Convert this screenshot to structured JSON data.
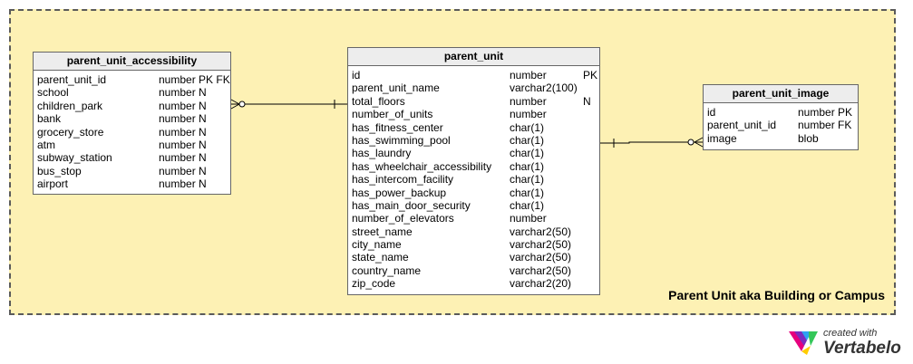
{
  "area_label": "Parent Unit aka Building or Campus",
  "tables": {
    "accessibility": {
      "title": "parent_unit_accessibility",
      "rows": [
        [
          "parent_unit_id",
          "number PK FK"
        ],
        [
          "school",
          "number N"
        ],
        [
          "children_park",
          "number N"
        ],
        [
          "bank",
          "number N"
        ],
        [
          "grocery_store",
          "number N"
        ],
        [
          "atm",
          "number N"
        ],
        [
          "subway_station",
          "number N"
        ],
        [
          "bus_stop",
          "number N"
        ],
        [
          "airport",
          "number N"
        ]
      ]
    },
    "unit": {
      "title": "parent_unit",
      "rows": [
        [
          "id",
          "number",
          "PK"
        ],
        [
          "parent_unit_name",
          "varchar2(100)",
          ""
        ],
        [
          "total_floors",
          "number",
          "N"
        ],
        [
          "number_of_units",
          "number",
          ""
        ],
        [
          "has_fitness_center",
          "char(1)",
          ""
        ],
        [
          "has_swimming_pool",
          "char(1)",
          ""
        ],
        [
          "has_laundry",
          "char(1)",
          ""
        ],
        [
          "has_wheelchair_accessibility",
          "char(1)",
          ""
        ],
        [
          "has_intercom_facility",
          "char(1)",
          ""
        ],
        [
          "has_power_backup",
          "char(1)",
          ""
        ],
        [
          "has_main_door_security",
          "char(1)",
          ""
        ],
        [
          "number_of_elevators",
          "number",
          ""
        ],
        [
          "street_name",
          "varchar2(50)",
          ""
        ],
        [
          "city_name",
          "varchar2(50)",
          ""
        ],
        [
          "state_name",
          "varchar2(50)",
          ""
        ],
        [
          "country_name",
          "varchar2(50)",
          ""
        ],
        [
          "zip_code",
          "varchar2(20)",
          ""
        ]
      ]
    },
    "image": {
      "title": "parent_unit_image",
      "rows": [
        [
          "id",
          "number PK"
        ],
        [
          "parent_unit_id",
          "number FK"
        ],
        [
          "image",
          "blob"
        ]
      ]
    }
  },
  "logo": {
    "small_text": "created with",
    "big_text": "Vertabelo"
  }
}
